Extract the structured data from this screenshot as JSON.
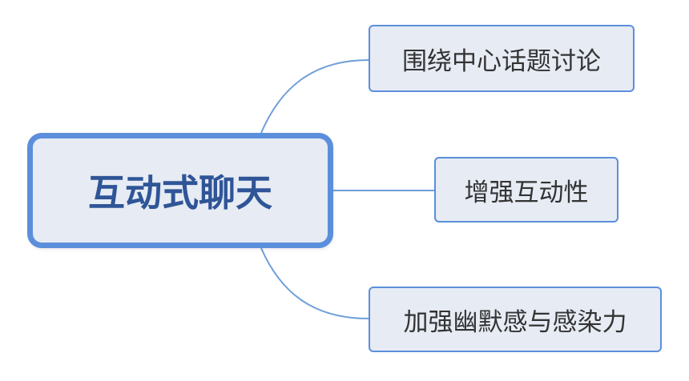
{
  "root": {
    "label": "互动式聊天"
  },
  "children": [
    {
      "label": "围绕中心话题讨论"
    },
    {
      "label": "增强互动性"
    },
    {
      "label": "加强幽默感与感染力"
    }
  ],
  "colors": {
    "border": "#5b8fdb",
    "node_fill": "#e6ebf4",
    "connector": "#6f9fd8",
    "root_text": "#2f5597",
    "child_text": "#333333"
  }
}
